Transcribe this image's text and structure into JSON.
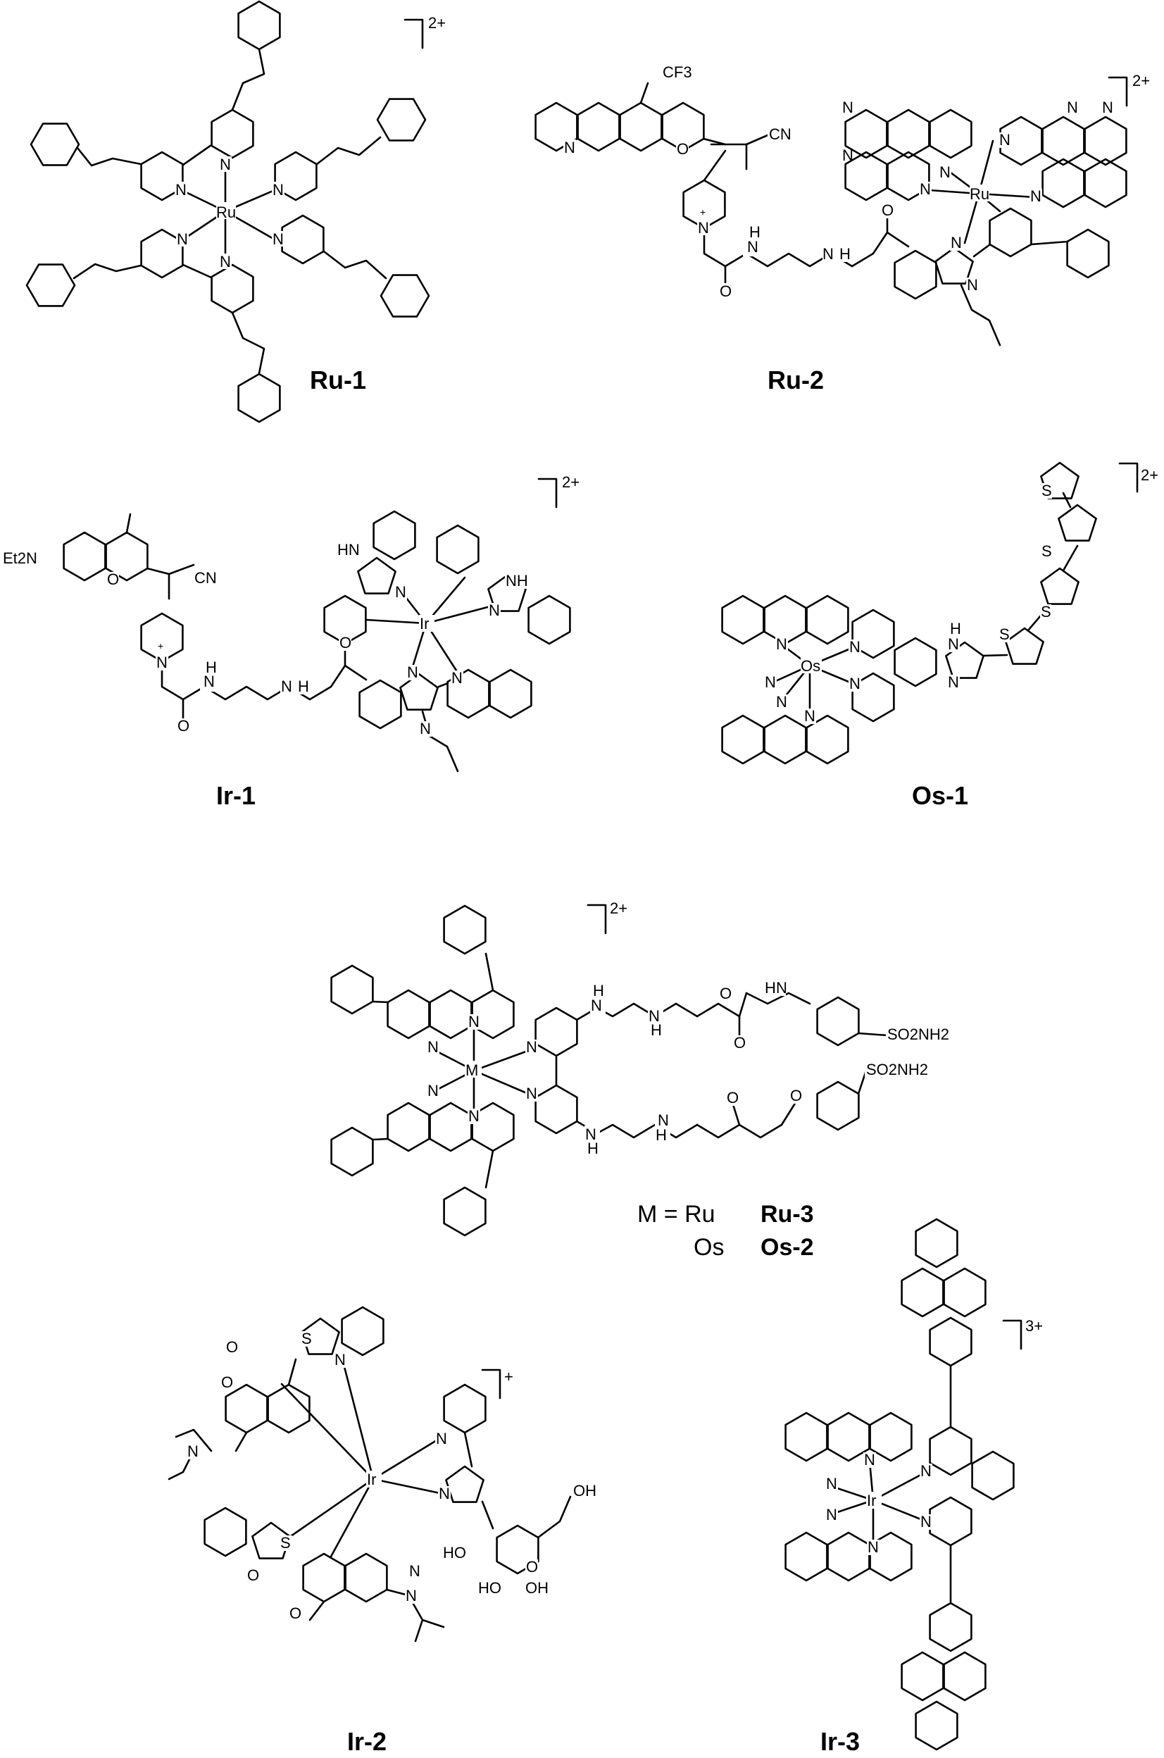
{
  "compounds": [
    {
      "label": "Ru-1",
      "charge": "2+",
      "metal": "Ru",
      "atoms": [
        "N",
        "N",
        "N",
        "N",
        "N",
        "N"
      ]
    },
    {
      "label": "Ru-2",
      "charge": "2+",
      "metal": "Ru",
      "atoms": [
        "CF3",
        "CN",
        "O",
        "N",
        "N",
        "+",
        "O",
        "H",
        "N",
        "N",
        "H",
        "O",
        "N",
        "N",
        "N",
        "N",
        "N",
        "N",
        "N",
        "N",
        "N",
        "N"
      ]
    },
    {
      "label": "Ir-1",
      "charge": "2+",
      "metal": "Ir",
      "atoms": [
        "Et2N",
        "O",
        "CN",
        "N",
        "+",
        "O",
        "H",
        "N",
        "N",
        "H",
        "O",
        "HN",
        "N",
        "NH",
        "N",
        "N",
        "N",
        "N"
      ]
    },
    {
      "label": "Os-1",
      "charge": "2+",
      "metal": "Os",
      "atoms": [
        "N",
        "N",
        "N",
        "N",
        "N",
        "N",
        "H",
        "N",
        "N",
        "S",
        "S",
        "S",
        "S"
      ]
    },
    {
      "label": "Ir-2",
      "charge": "+",
      "metal": "Ir",
      "atoms": [
        "O",
        "O",
        "S",
        "N",
        "N",
        "N",
        "N",
        "S",
        "O",
        "O",
        "N",
        "N",
        "O",
        "OH",
        "HO",
        "HO",
        "OH"
      ]
    },
    {
      "label": "Ir-3",
      "charge": "3+",
      "metal": "Ir",
      "atoms": [
        "N",
        "N",
        "N",
        "N",
        "N",
        "N"
      ]
    }
  ],
  "shared_compound": {
    "charge": "2+",
    "metal_symbol": "M",
    "atoms": [
      "N",
      "N",
      "N",
      "N",
      "N",
      "N",
      "H",
      "N",
      "N",
      "H",
      "O",
      "O",
      "H",
      "N",
      "SO2NH2",
      "SO2NH2",
      "O",
      "N",
      "H",
      "N",
      "H",
      "O"
    ],
    "definition": [
      {
        "lhs": "M = Ru",
        "label": "Ru-3"
      },
      {
        "lhs": "Os",
        "label": "Os-2"
      }
    ]
  }
}
